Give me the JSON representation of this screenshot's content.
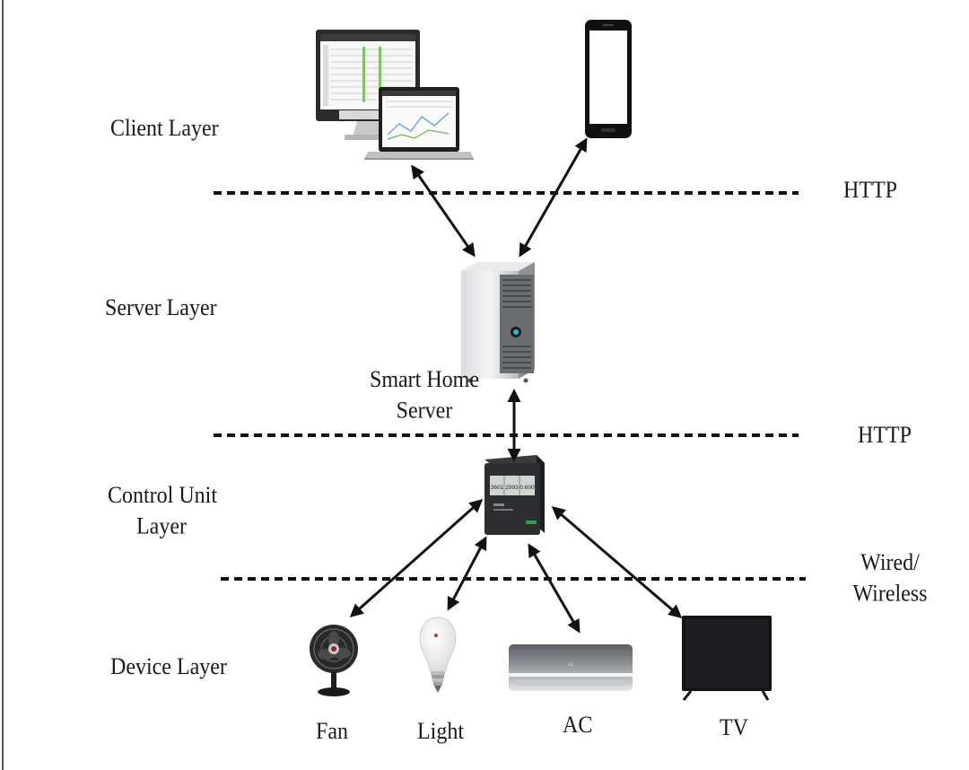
{
  "layers": [
    {
      "name": "Client Layer"
    },
    {
      "name": "Server Layer"
    },
    {
      "name": "Control Unit Layer",
      "line1": "Control Unit",
      "line2": "Layer"
    },
    {
      "name": "Device Layer"
    }
  ],
  "boundaries": [
    {
      "protocol": "HTTP"
    },
    {
      "protocol": "HTTP"
    },
    {
      "protocol_line1": "Wired/",
      "protocol_line2": "Wireless"
    }
  ],
  "server": {
    "label_line1": "Smart Home",
    "label_line2": "Server"
  },
  "control_unit": {
    "display_values": [
      "3601",
      "2993",
      "0.600"
    ]
  },
  "devices": [
    {
      "label": "Fan",
      "icon": "fan-icon"
    },
    {
      "label": "Light",
      "icon": "bulb-icon"
    },
    {
      "label": "AC",
      "icon": "air-conditioner-icon"
    },
    {
      "label": "TV",
      "icon": "tv-icon"
    }
  ]
}
